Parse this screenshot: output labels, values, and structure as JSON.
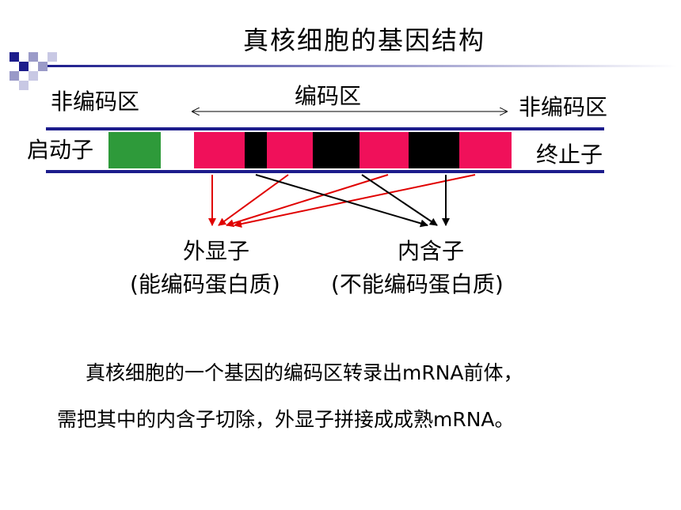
{
  "title": "真核细胞的基因结构",
  "labels": {
    "noncoding_left": "非编码区",
    "coding": "编码区",
    "noncoding_right": "非编码区",
    "promoter": "启动子",
    "terminator": "终止子",
    "exon": "外显子",
    "exon_note": "(能编码蛋白质)",
    "intron": "内含子",
    "intron_note": "(不能编码蛋白质)"
  },
  "paragraph": {
    "line1": "真核细胞的一个基因的编码区转录出mRNA前体，",
    "line2": "需把其中的内含子切除，外显子拼接成成熟mRNA。"
  },
  "colors": {
    "promoter": "#2e9a3a",
    "exon": "#f0105a",
    "intron": "#000000",
    "exon_arrow": "#e00000",
    "intron_arrow": "#000000",
    "deco_blue": "#1c1c8c",
    "deco_light": "#9a9ac8",
    "gene_lines": "#1c1c8c"
  },
  "segments": [
    {
      "kind": "promoter"
    },
    {
      "kind": "blank"
    },
    {
      "kind": "exon"
    },
    {
      "kind": "intron"
    },
    {
      "kind": "exon"
    },
    {
      "kind": "intron"
    },
    {
      "kind": "exon"
    },
    {
      "kind": "intron"
    },
    {
      "kind": "exon"
    }
  ]
}
